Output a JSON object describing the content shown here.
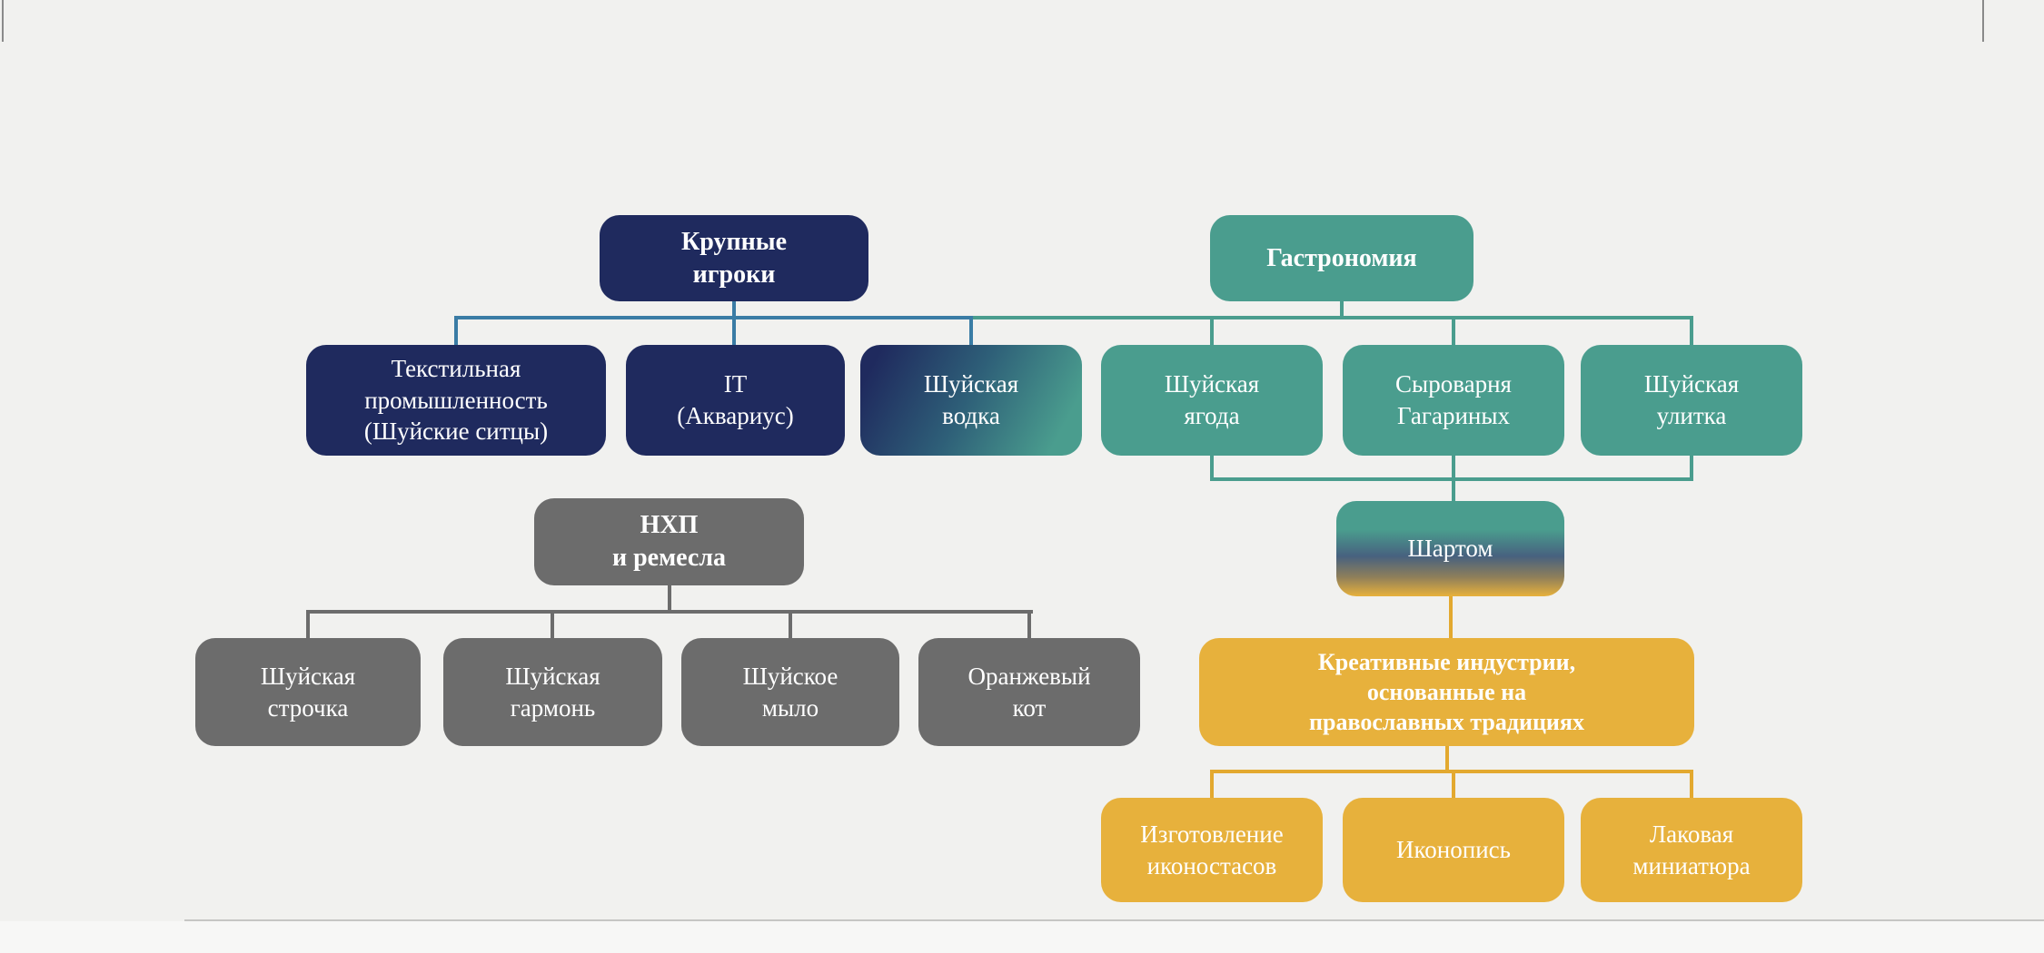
{
  "palette": {
    "bg": "#f1f1ef",
    "navy": "#1f2a5e",
    "teal": "#4a9d8e",
    "gray": "#6c6c6c",
    "yellow": "#e7b13c",
    "yellow_line": "#e3a92f",
    "blue_line": "#3a7ca5",
    "text": "#ffffff"
  },
  "nodes": {
    "major_players": {
      "label": "Крупные\nигроки"
    },
    "gastronomy": {
      "label": "Гастрономия"
    },
    "textile": {
      "label": "Текстильная\nпромышленность\n(Шуйские ситцы)"
    },
    "it": {
      "label": "IT\n(Аквариус)"
    },
    "vodka": {
      "label": "Шуйская\nводка"
    },
    "berry": {
      "label": "Шуйская\nягода"
    },
    "cheese": {
      "label": "Сыроварня\nГагариных"
    },
    "snail": {
      "label": "Шуйская\nулитка"
    },
    "crafts": {
      "label": "НХП\nи ремесла"
    },
    "strochka": {
      "label": "Шуйская\nстрочка"
    },
    "garmon": {
      "label": "Шуйская\nгармонь"
    },
    "soap": {
      "label": "Шуйское\nмыло"
    },
    "orange_cat": {
      "label": "Оранжевый\nкот"
    },
    "shartom": {
      "label": "Шартом"
    },
    "creative": {
      "label": "Креативные индустрии,\nоснованные на\nправославных традициях"
    },
    "iconostasis": {
      "label": "Изготовление\nиконостасов"
    },
    "icon_painting": {
      "label": "Иконопись"
    },
    "lacquer": {
      "label": "Лаковая\nминиатюра"
    }
  }
}
